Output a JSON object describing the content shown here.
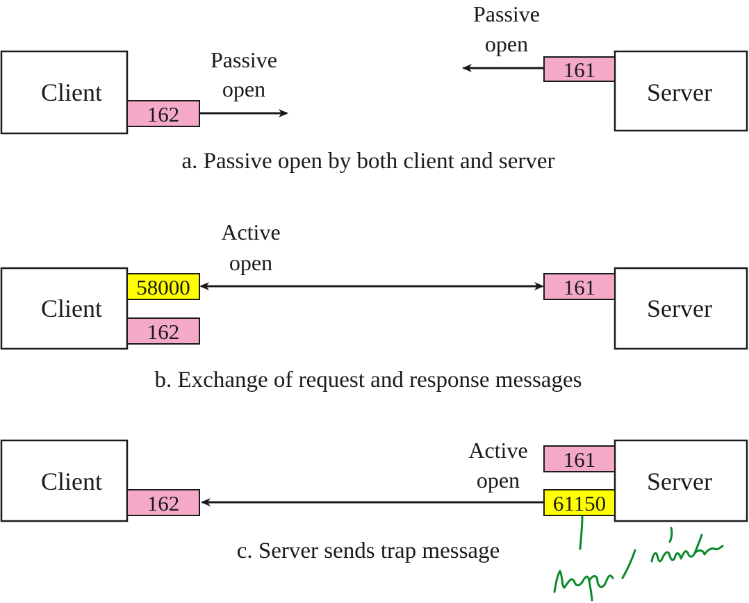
{
  "colors": {
    "port_regular": "#f4a9c8",
    "port_ephemeral": "#ffff00",
    "handwriting": "#0a8a2a"
  },
  "panel_a": {
    "client_label": "Client",
    "server_label": "Server",
    "client_port": "162",
    "server_port": "161",
    "client_arrow_label_line1": "Passive",
    "client_arrow_label_line2": "open",
    "server_arrow_label_line1": "Passive",
    "server_arrow_label_line2": "open",
    "caption": "a. Passive open by both client and server"
  },
  "panel_b": {
    "client_label": "Client",
    "server_label": "Server",
    "client_ephemeral_port": "58000",
    "client_port": "162",
    "server_port": "161",
    "arrow_label_line1": "Active",
    "arrow_label_line2": "open",
    "caption": "b. Exchange of request and response messages"
  },
  "panel_c": {
    "client_label": "Client",
    "server_label": "Server",
    "client_port": "162",
    "server_port": "161",
    "server_ephemeral_port": "61150",
    "arrow_label_line1": "Active",
    "arrow_label_line2": "open",
    "caption": "c. Server sends trap message"
  }
}
